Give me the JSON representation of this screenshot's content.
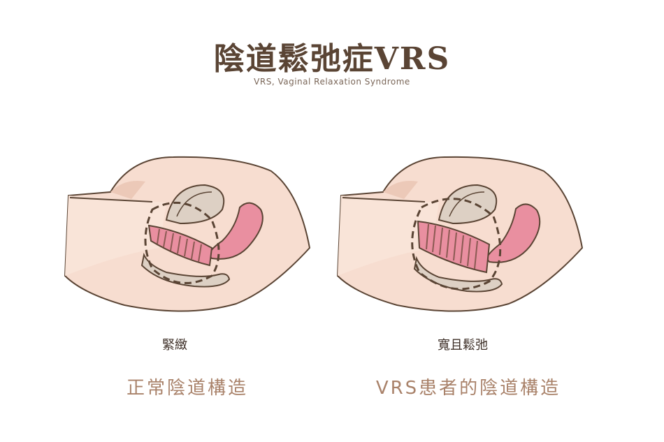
{
  "header": {
    "title": "陰道鬆弛症VRS",
    "subtitle": "VRS, Vaginal  Relaxation Syndrome"
  },
  "panels": [
    {
      "state_label": "緊緻",
      "caption": "正常陰道構造"
    },
    {
      "state_label": "寬且鬆弛",
      "caption": "VRS患者的陰道構造"
    }
  ],
  "colors": {
    "skin": "#f7ddd0",
    "skin_shadow": "#ecc9b8",
    "organ_pink": "#e98fa0",
    "organ_stripe": "#8a5a52",
    "outline": "#5a4434",
    "bowel": "#ddd0c4",
    "caption": "#a9826a"
  }
}
